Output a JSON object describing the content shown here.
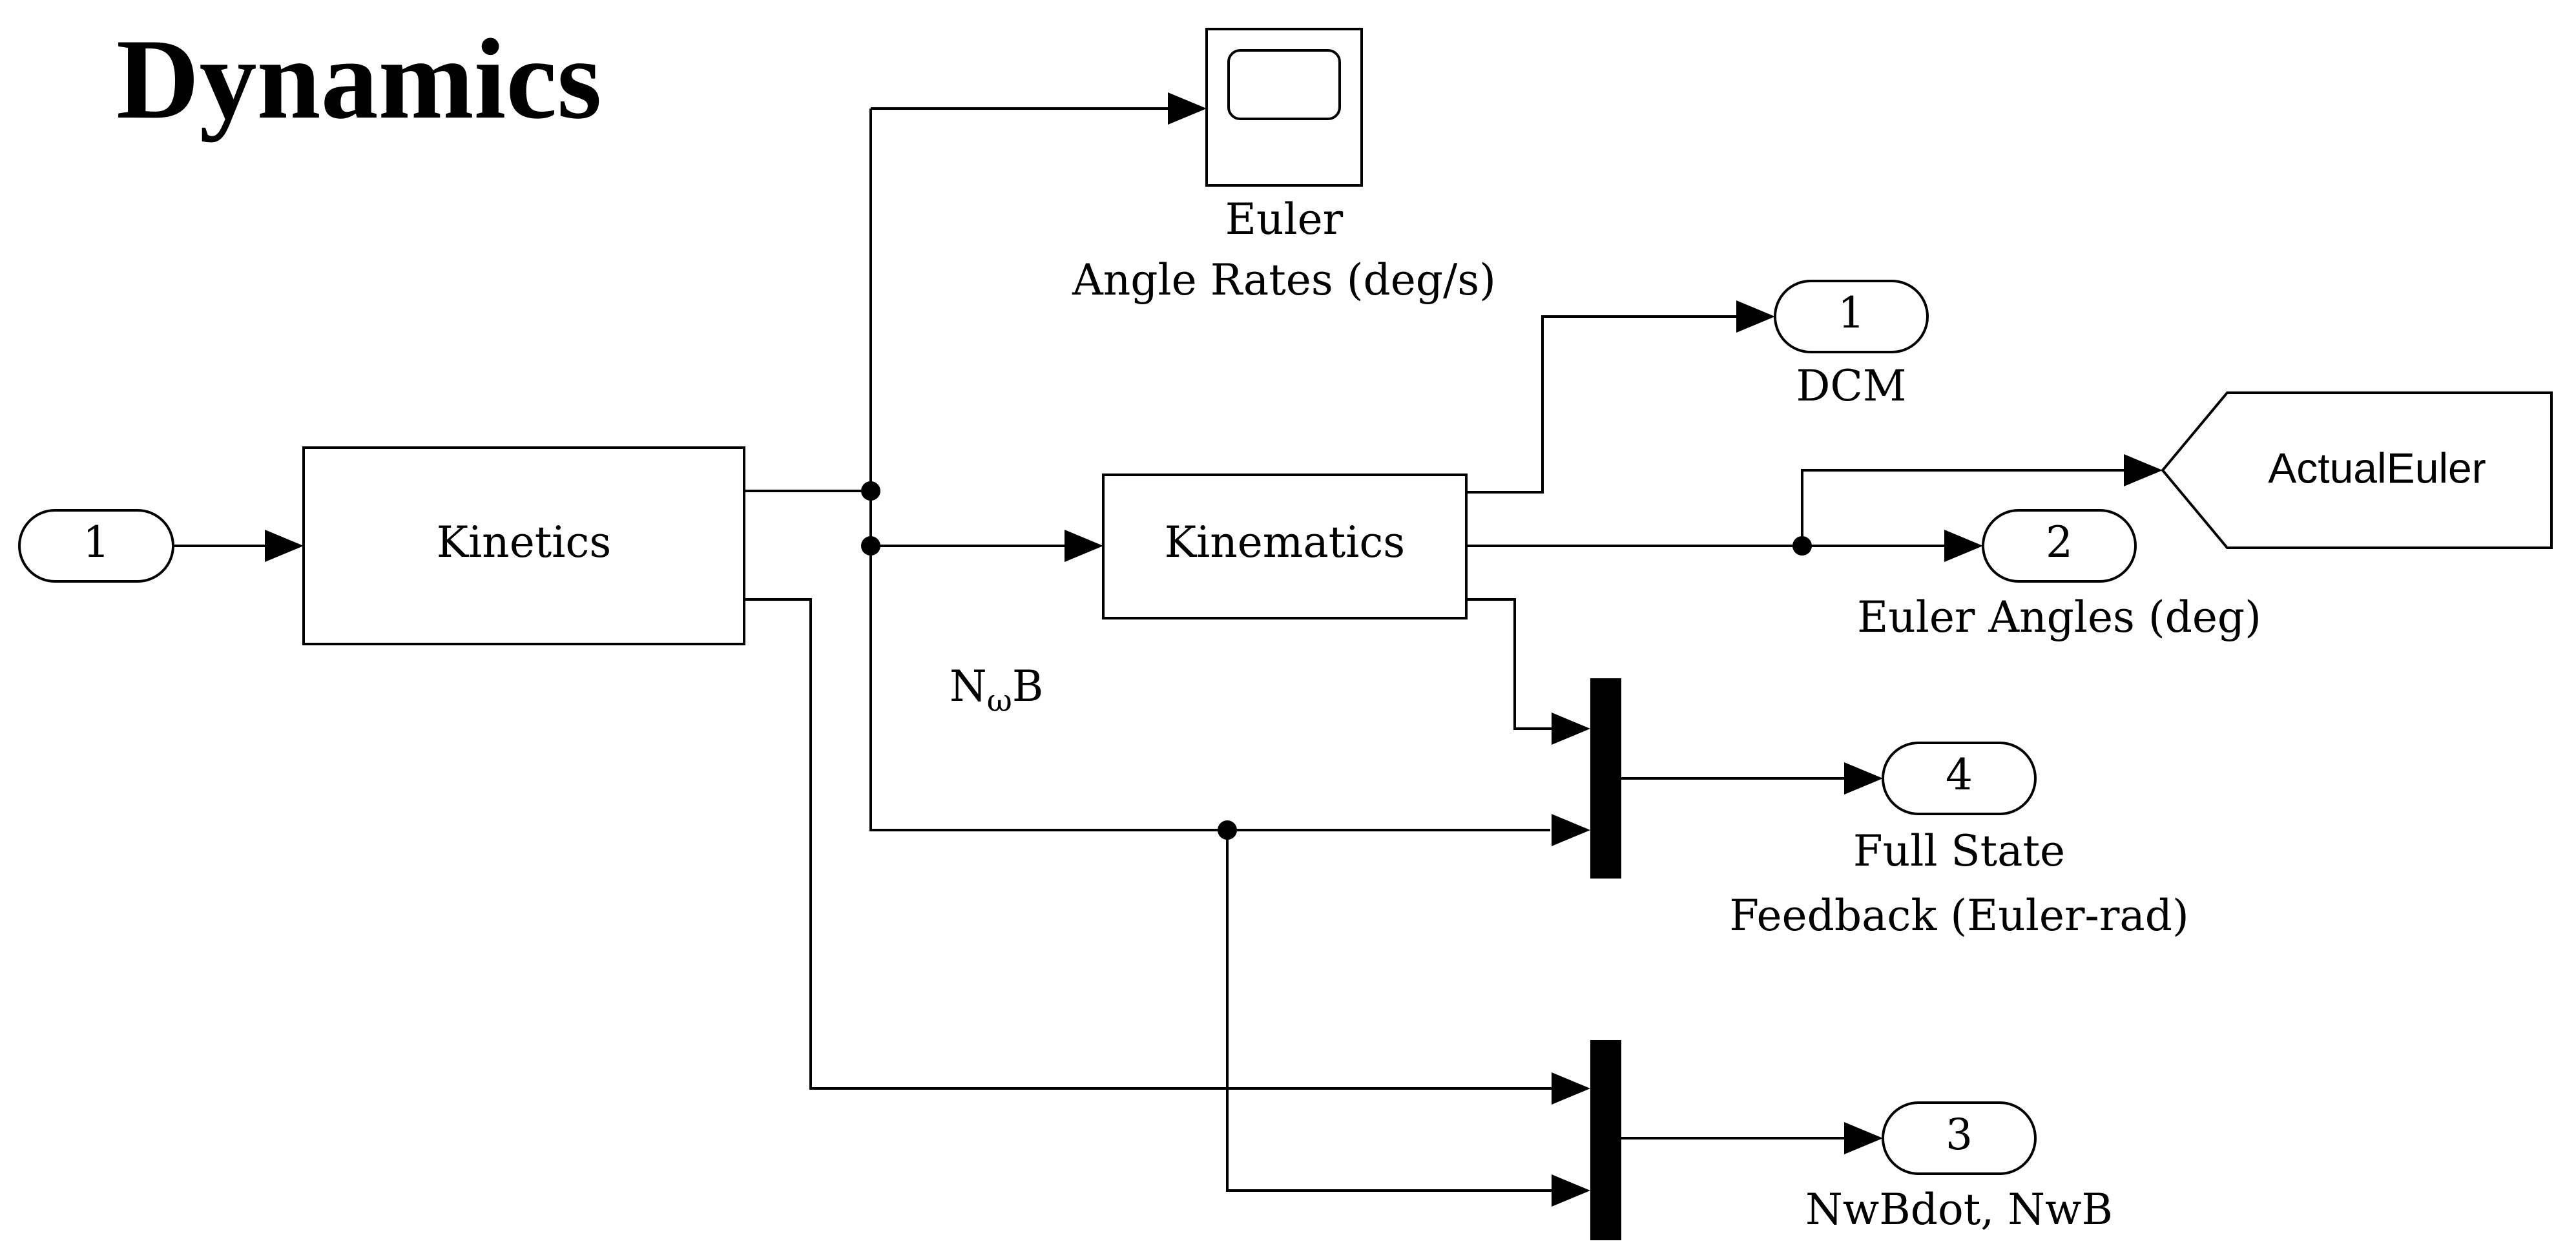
{
  "title": "Dynamics",
  "blocks": {
    "kinetics": "Kinetics",
    "kinematics": "Kinematics",
    "scope_label_line1": "Euler",
    "scope_label_line2": "Angle Rates (deg/s)",
    "goto_tag": "ActualEuler"
  },
  "inports": {
    "in1": {
      "number": "1"
    }
  },
  "outports": {
    "dcm": {
      "number": "1",
      "label": "DCM"
    },
    "euler": {
      "number": "2",
      "label": "Euler Angles (deg)"
    },
    "nwbdot": {
      "number": "3",
      "label": "NwBdot, NwB"
    },
    "fullstate": {
      "number": "4",
      "label_line1": "Full State",
      "label_line2": "Feedback  (Euler-rad)"
    }
  },
  "signals": {
    "nwb_main": "N",
    "nwb_sub": "ω",
    "nwb_tail": "B"
  }
}
